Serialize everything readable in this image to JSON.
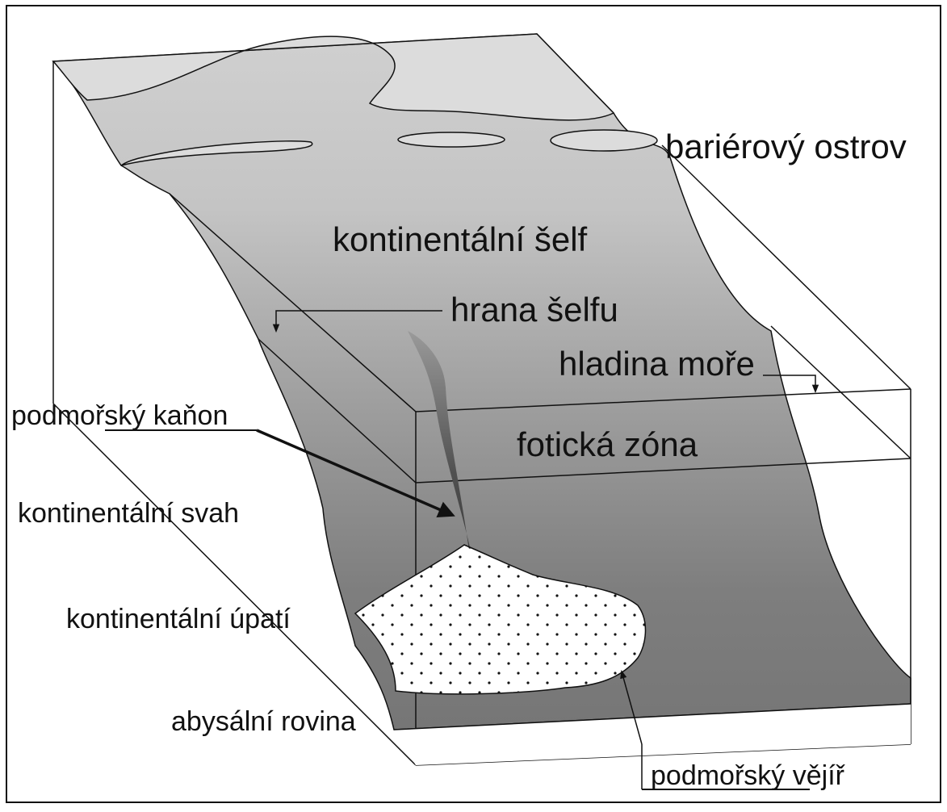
{
  "labels": {
    "barrier_island": "bariérový ostrov",
    "continental_shelf": "kontinentální šelf",
    "shelf_edge": "hrana šelfu",
    "sea_level": "hladina moře",
    "submarine_canyon": "podmořský kaňon",
    "photic_zone": "fotická zóna",
    "continental_slope": "kontinentální svah",
    "continental_rise": "kontinentální úpatí",
    "abyssal_plain": "abysální rovina",
    "submarine_fan": "podmořský vějíř"
  },
  "colors": {
    "land": "#dcdcdc",
    "shelf_top": "#c6c6c6",
    "slope_bottom": "#7b7b7b",
    "canyon": "#4a4a4a",
    "fan": "#ffffff",
    "lines": "#111111"
  }
}
